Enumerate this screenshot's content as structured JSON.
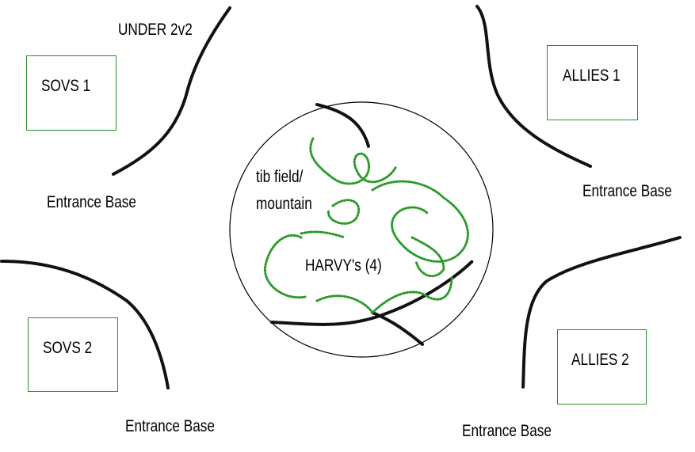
{
  "title_note": "UNDER 2v2",
  "bases": [
    {
      "label": "SOVS 1"
    },
    {
      "label": "ALLIES 1"
    },
    {
      "label": "SOVS 2"
    },
    {
      "label": "ALLIES 2"
    }
  ],
  "entrances": [
    "Entrance Base",
    "Entrance Base",
    "Entrance Base",
    "Entrance Base"
  ],
  "center": {
    "field_label_line1": "tib field/",
    "field_label_line2": "mountain",
    "harvesters": "HARVY's (4)"
  },
  "colors": {
    "box_border": "#2e8b2e",
    "tiberium": "#2a9a2a",
    "wall": "#111111"
  }
}
